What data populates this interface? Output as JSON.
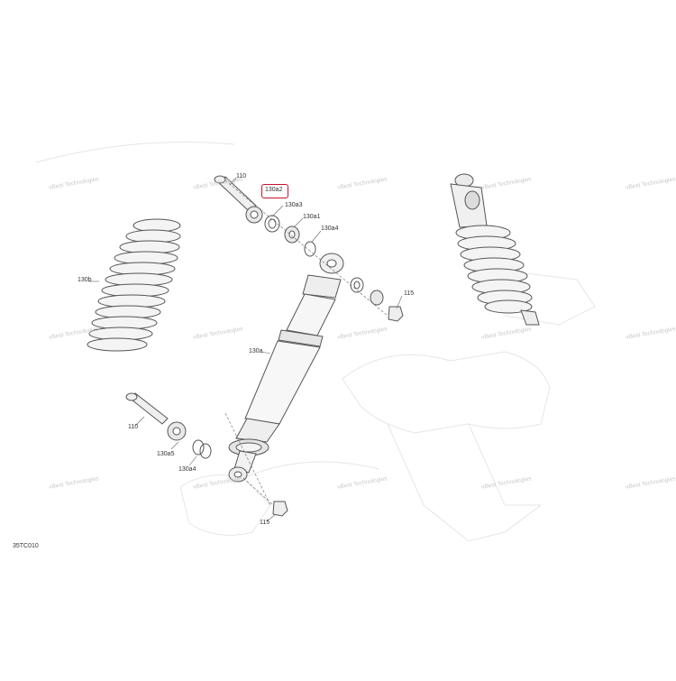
{
  "diagram": {
    "drawing_code": "35TC010",
    "highlight_color": "#c8102e",
    "callouts": {
      "p110_top": "110",
      "p130a2": "130a2",
      "p130a3": "130a3",
      "p130a1": "130a1",
      "p130a4_top": "130a4",
      "p115_top": "115",
      "p130b": "130b",
      "p130a": "130a",
      "p110_bottom": "110",
      "p130a5": "130a5",
      "p130a4_bottom": "130a4",
      "p115_bottom": "115"
    },
    "highlighted_part": "130a2",
    "watermark_text": "vBest Technologies"
  }
}
